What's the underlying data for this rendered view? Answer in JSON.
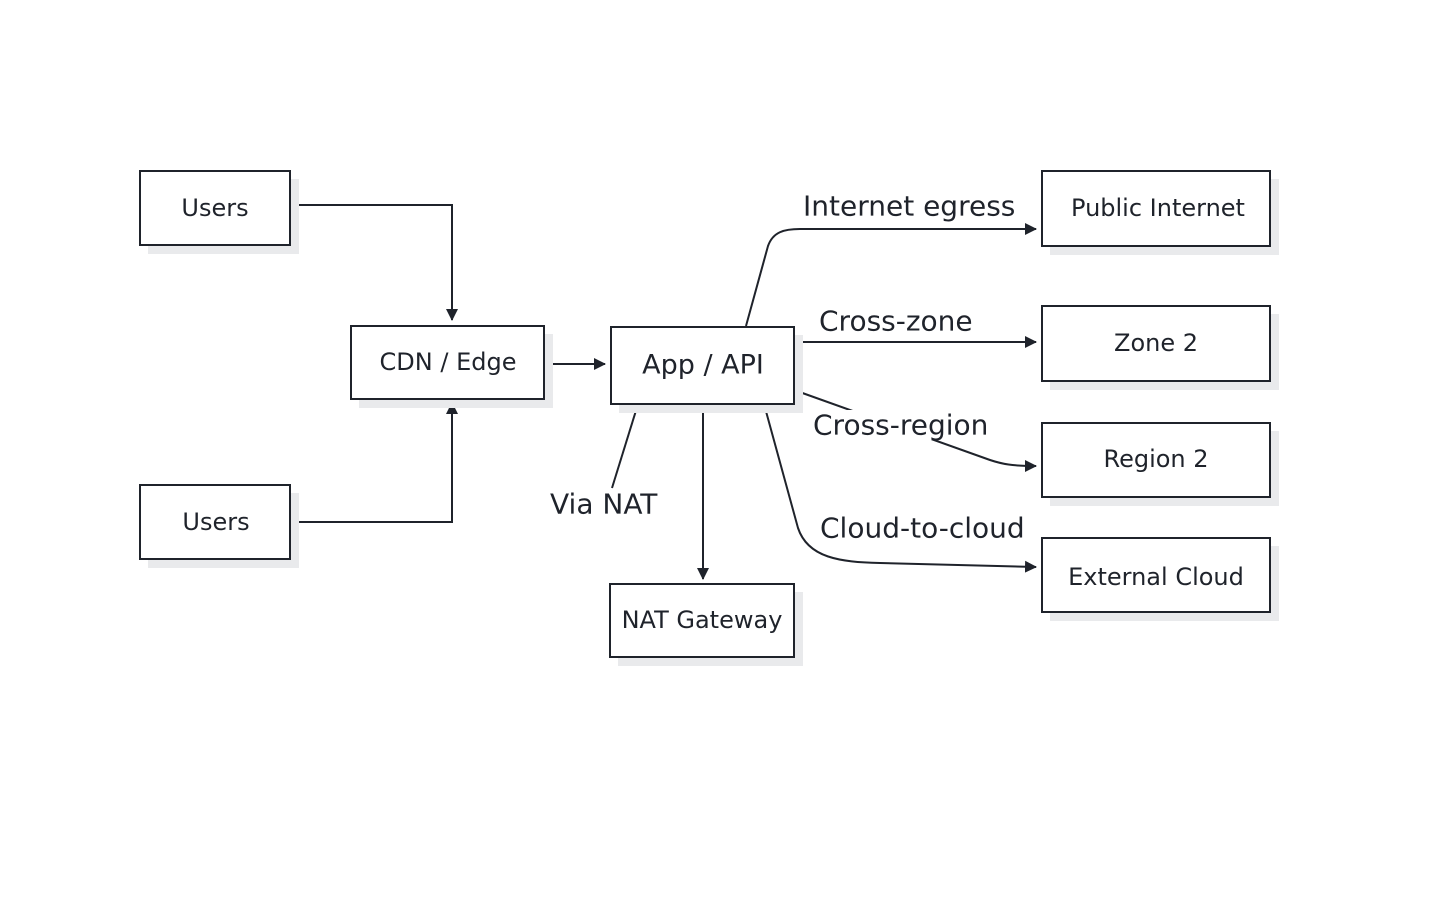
{
  "nodes": {
    "users_top": "Users",
    "users_bottom": "Users",
    "cdn": "CDN / Edge",
    "app": "App / API",
    "nat": "NAT Gateway",
    "public_internet": "Public Internet",
    "zone2": "Zone 2",
    "region2": "Region 2",
    "external_cloud": "External Cloud"
  },
  "edges": {
    "internet_egress": "Internet egress",
    "cross_zone": "Cross-zone",
    "cross_region": "Cross-region",
    "cloud_to_cloud": "Cloud-to-cloud",
    "via_nat": "Via NAT"
  },
  "colors": {
    "stroke": "#1f232b",
    "shadow": "#e9eaec",
    "background": "#ffffff"
  }
}
